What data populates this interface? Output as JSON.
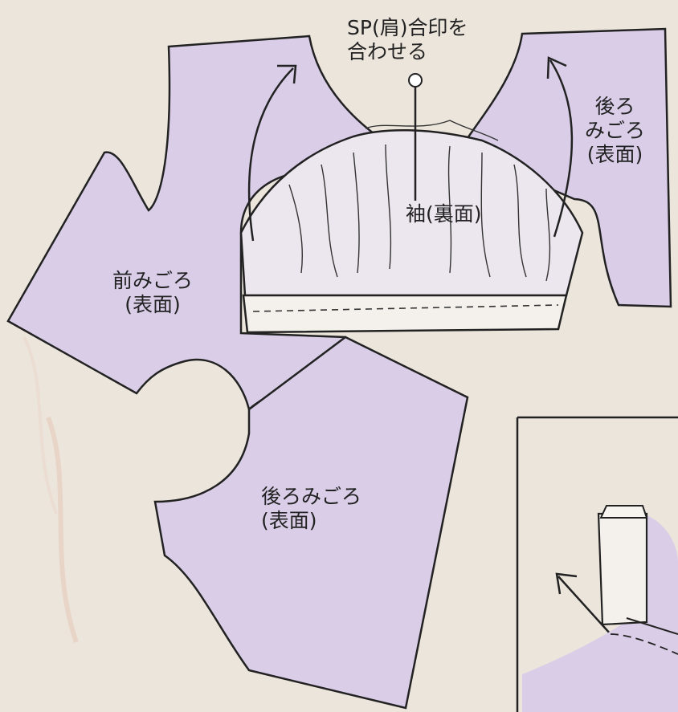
{
  "labels": {
    "sp_match": {
      "line1": "SP(肩)合印を",
      "line2": "合わせる"
    },
    "back_bodice_top": {
      "line1": "後ろ",
      "line2": "みごろ",
      "line3": "(表面)"
    },
    "sleeve": {
      "text": "袖(裏面)"
    },
    "front_bodice": {
      "line1": "前みごろ",
      "line2": "(表面)"
    },
    "back_bodice_bottom": {
      "line1": "後ろみごろ",
      "line2": "(表面)"
    }
  },
  "colors": {
    "background": "#ece5dc",
    "fabric_right_side": "#d9cde8",
    "fabric_wrong_side": "#ece6ee",
    "binding": "#f4f1ec",
    "ink": "#222222"
  }
}
